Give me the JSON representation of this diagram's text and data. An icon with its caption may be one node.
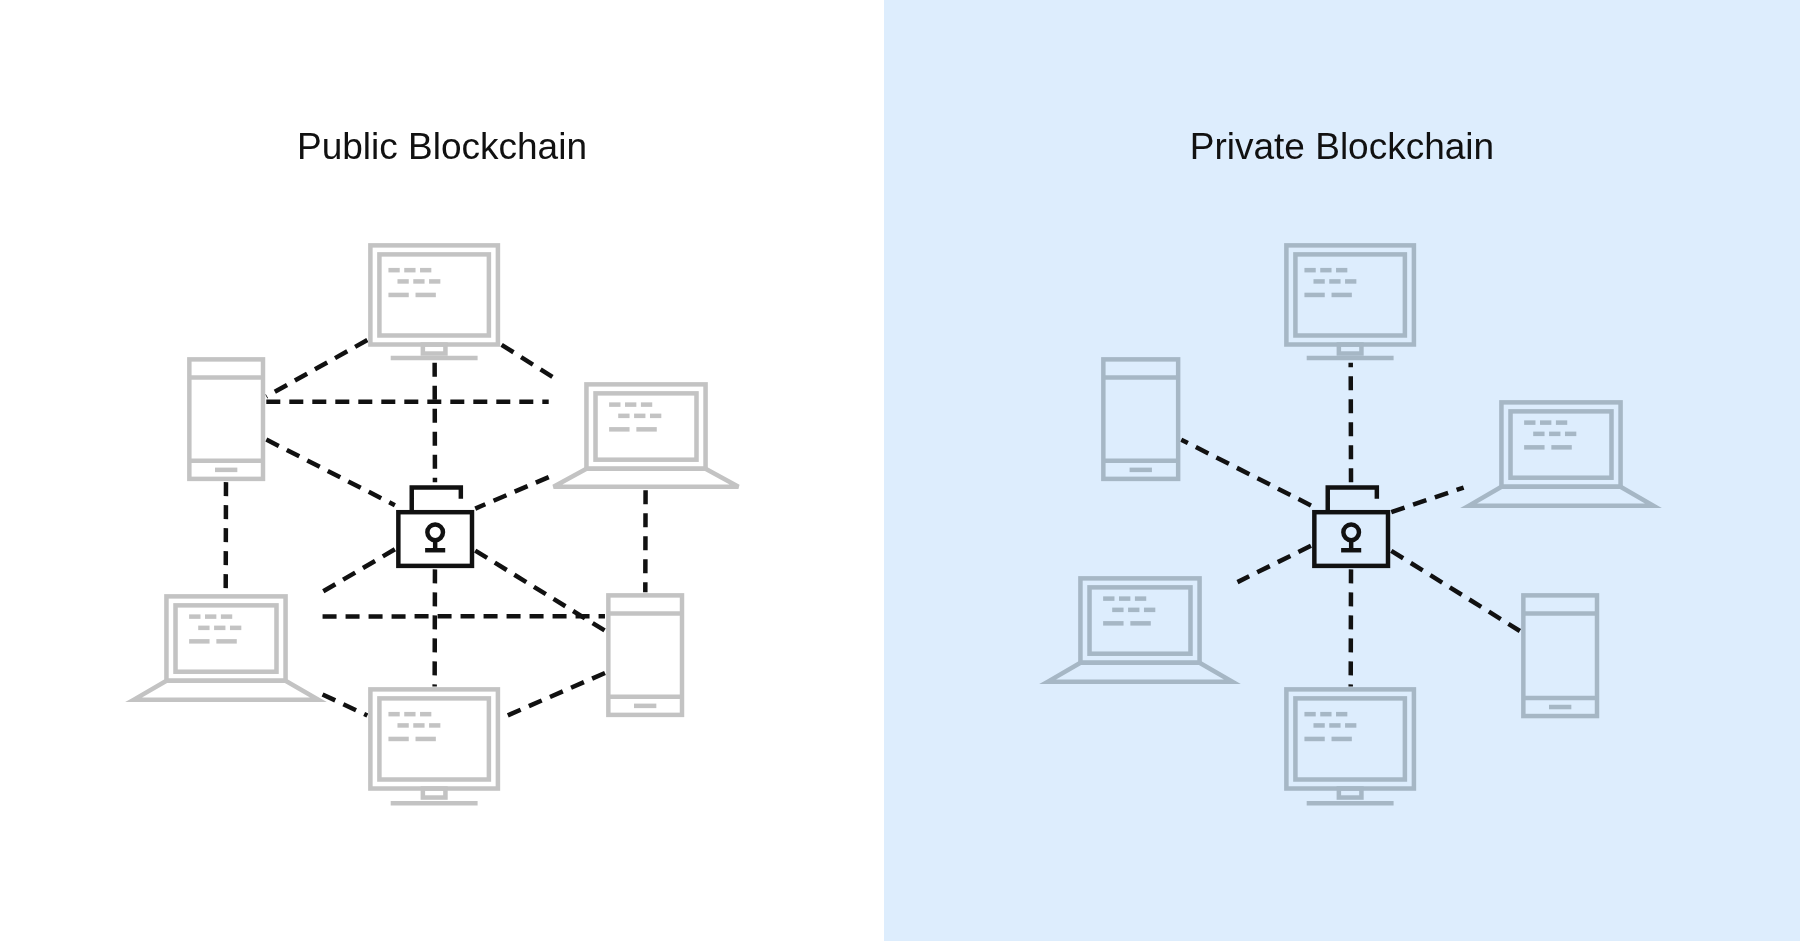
{
  "diagram": {
    "nodes": [
      {
        "text": [
          "Public Blockchain"
        ]
      },
      {
        "text": [],
        "shape": "picture",
        "in": 0
      },
      {
        "text": [],
        "shape": "picture",
        "in": 0
      },
      {
        "text": [],
        "shape": "picture",
        "in": 0
      },
      {
        "text": [],
        "shape": "picture",
        "in": 0
      },
      {
        "text": [],
        "shape": "picture",
        "in": 0
      },
      {
        "text": [],
        "shape": "picture",
        "in": 0
      },
      {
        "text": [],
        "shape": "picture",
        "in": 0
      },
      {
        "text": [
          "Private Blockchain"
        ]
      },
      {
        "text": [],
        "shape": "picture",
        "in": 8
      },
      {
        "text": [],
        "shape": "picture",
        "in": 8
      },
      {
        "text": [],
        "shape": "picture",
        "in": 8
      },
      {
        "text": [],
        "shape": "picture",
        "in": 8
      },
      {
        "text": [],
        "shape": "picture",
        "in": 8
      },
      {
        "text": [],
        "shape": "picture",
        "in": 8
      },
      {
        "text": [],
        "shape": "picture",
        "in": 8
      }
    ],
    "edges": [
      {
        "from": 1,
        "to": 2,
        "arrow": "none",
        "style": "dashed"
      },
      {
        "from": 1,
        "to": 3,
        "arrow": "none",
        "style": "dashed"
      },
      {
        "from": 2,
        "to": 3,
        "arrow": "none",
        "style": "dashed"
      },
      {
        "from": 1,
        "to": 4,
        "arrow": "none",
        "style": "dashed"
      },
      {
        "from": 2,
        "to": 4,
        "arrow": "none",
        "style": "dashed"
      },
      {
        "from": 3,
        "to": 4,
        "arrow": "none",
        "style": "dashed"
      },
      {
        "from": 2,
        "to": 5,
        "arrow": "none",
        "style": "dashed"
      },
      {
        "from": 3,
        "to": 6,
        "arrow": "none",
        "style": "dashed"
      },
      {
        "from": 4,
        "to": 5,
        "arrow": "none",
        "style": "dashed"
      },
      {
        "from": 4,
        "to": 6,
        "arrow": "none",
        "style": "dashed"
      },
      {
        "from": 5,
        "to": 6,
        "arrow": "none",
        "style": "dashed"
      },
      {
        "from": 4,
        "to": 7,
        "arrow": "none",
        "style": "dashed"
      },
      {
        "from": 5,
        "to": 7,
        "arrow": "none",
        "style": "dashed"
      },
      {
        "from": 6,
        "to": 7,
        "arrow": "none",
        "style": "dashed"
      },
      {
        "from": 12,
        "to": 9,
        "arrow": "none",
        "style": "dashed"
      },
      {
        "from": 12,
        "to": 10,
        "arrow": "none",
        "style": "dashed"
      },
      {
        "from": 12,
        "to": 11,
        "arrow": "none",
        "style": "dashed"
      },
      {
        "from": 12,
        "to": 13,
        "arrow": "none",
        "style": "dashed"
      },
      {
        "from": 12,
        "to": 14,
        "arrow": "none",
        "style": "dashed"
      },
      {
        "from": 12,
        "to": 15,
        "arrow": "none",
        "style": "dashed"
      }
    ]
  }
}
